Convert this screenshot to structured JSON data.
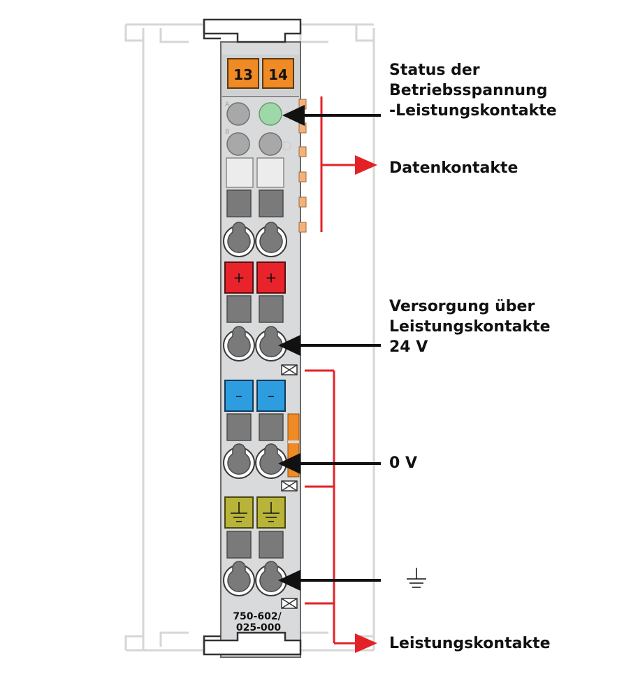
{
  "module": {
    "terminals": [
      "13",
      "14"
    ],
    "led_letters": [
      "A",
      "C",
      "B",
      "D"
    ],
    "plus_symbol": "+",
    "minus_symbol": "–",
    "model_line1": "750-602/",
    "model_line2": "025-000"
  },
  "labels": {
    "status": [
      "Status der",
      "Betriebsspannung",
      "-Leistungskontakte"
    ],
    "data_contacts": "Datenkontakte",
    "supply": [
      "Versorgung über",
      "Leistungskontakte",
      "24 V"
    ],
    "zero_v": "0 V",
    "ground_symbol": "ground-icon",
    "power_contacts": "Leistungskontakte"
  },
  "colors": {
    "terminal_orange": "#f08a24",
    "led_green": "#9fd8a8",
    "led_gray": "#a8a8a8",
    "plus_red": "#e8232b",
    "minus_blue": "#2e9de0",
    "ground_olive": "#b8b43a",
    "arrow_red": "#e32228",
    "arrow_black": "#111111"
  }
}
